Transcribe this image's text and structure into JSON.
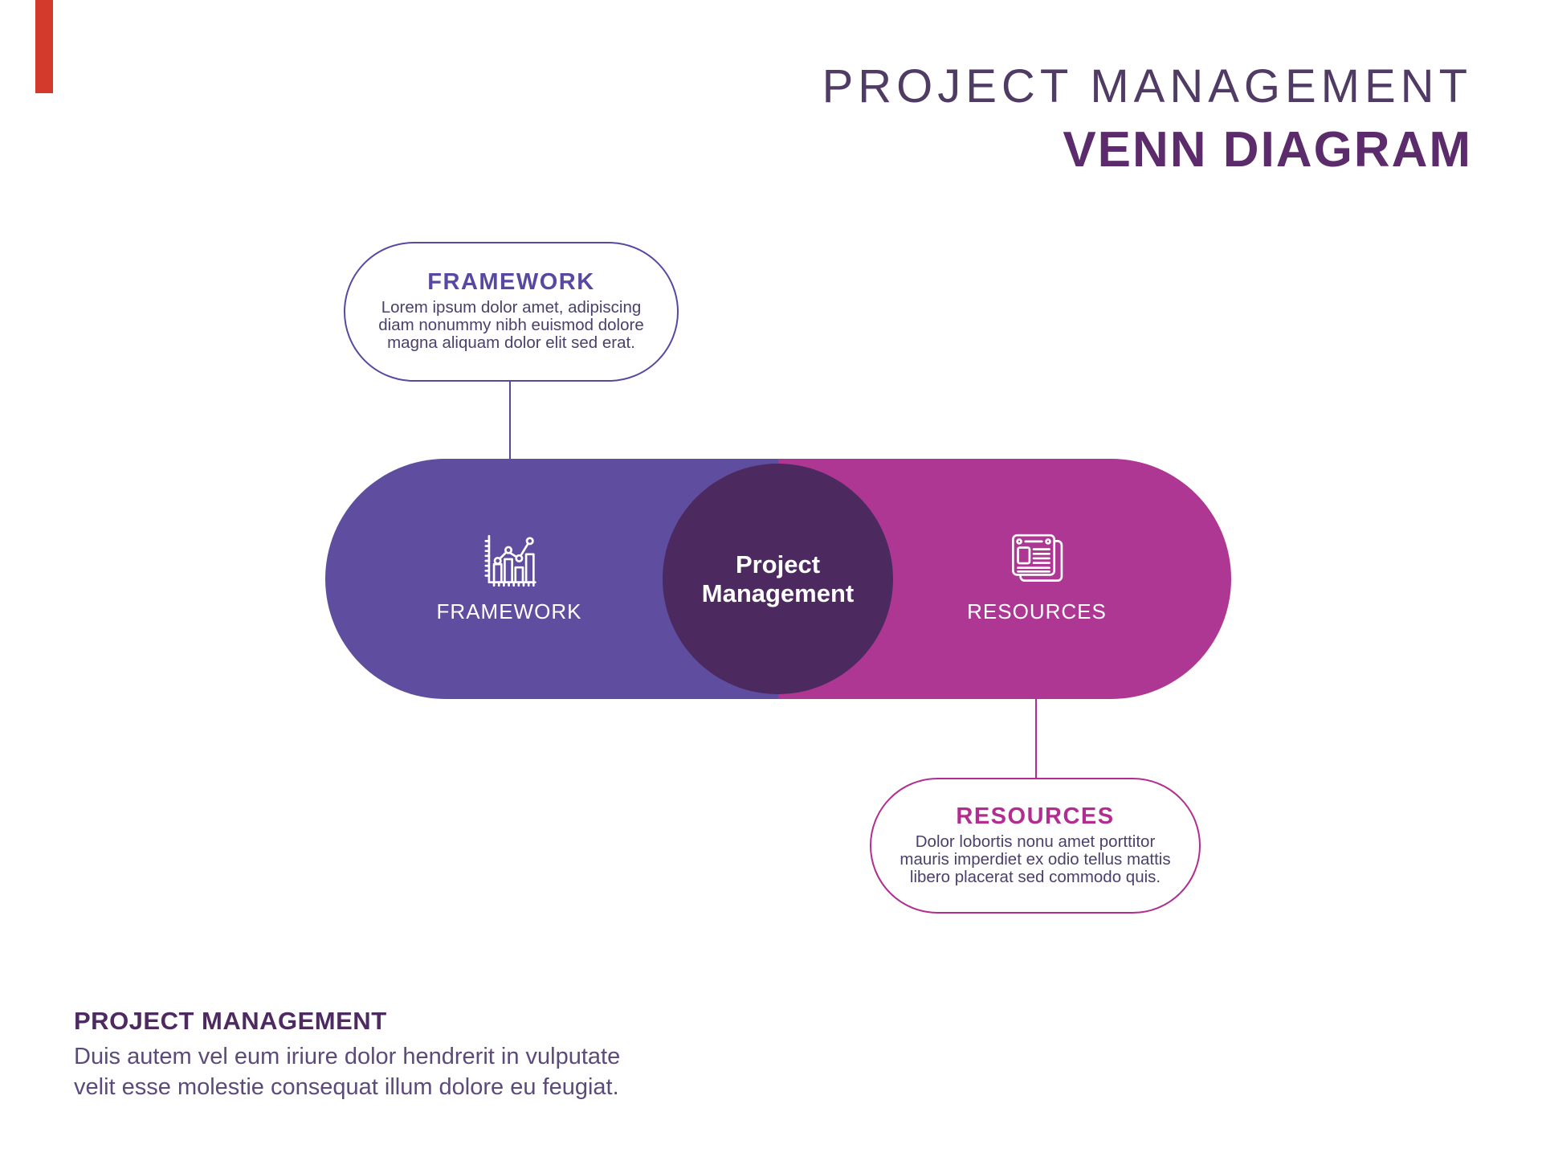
{
  "accent_bar": {
    "color": "#d43a2b"
  },
  "header": {
    "title_line1": "PROJECT MANAGEMENT",
    "title_line2": "VENN DIAGRAM",
    "line1_color": "#4f3b64",
    "line2_color": "#5c2b6b"
  },
  "callouts": {
    "framework": {
      "title": "FRAMEWORK",
      "body_lines": [
        "Lorem ipsum dolor amet, adipiscing",
        "diam nonummy nibh euismod dolore",
        "magna aliquam dolor elit sed erat."
      ],
      "accent_color": "#5848a2"
    },
    "resources": {
      "title": "RESOURCES",
      "body_lines": [
        "Dolor lobortis nonu amet porttitor",
        "mauris imperdiet ex odio tellus mattis",
        "libero placerat sed commodo quis."
      ],
      "accent_color": "#b12e90"
    }
  },
  "venn": {
    "left_region": {
      "label": "FRAMEWORK",
      "color": "#5f4ea0",
      "icon": "bar-chart-icon"
    },
    "right_region": {
      "label": "RESOURCES",
      "color": "#af3794",
      "icon": "news-pages-icon"
    },
    "intersection": {
      "label_line1": "Project",
      "label_line2": "Management",
      "color": "#4c2a5f"
    }
  },
  "footer": {
    "title": "PROJECT MANAGEMENT",
    "body_lines": [
      "Duis autem vel eum iriure dolor hendrerit in vulputate",
      "velit esse molestie consequat illum dolore eu feugiat."
    ]
  }
}
